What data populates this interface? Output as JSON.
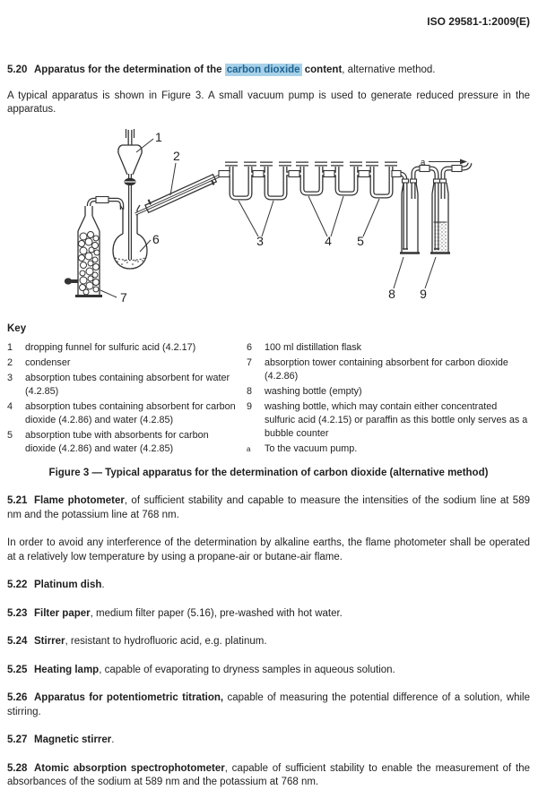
{
  "doc_ref": "ISO 29581-1:2009(E)",
  "colors": {
    "highlight_bg": "#a7d1e8",
    "highlight_text": "#1d6392"
  },
  "clause_520": {
    "num": "5.20",
    "bold_pre": "Apparatus for the determination of the ",
    "highlight": "carbon dioxide",
    "bold_post": " content",
    "tail": ", alternative method."
  },
  "para_after_520": "A typical apparatus is shown in Figure 3. A small vacuum pump is used to generate reduced pressure in the apparatus.",
  "figure": {
    "labels": {
      "n1": "1",
      "n2": "2",
      "n3": "3",
      "n4": "4",
      "n5": "5",
      "n6": "6",
      "n7": "7",
      "n8": "8",
      "n9": "9",
      "a": "a"
    },
    "caption": "Figure 3 — Typical apparatus for the determination of carbon dioxide (alternative method)"
  },
  "key": {
    "title": "Key",
    "left": [
      {
        "num": "1",
        "text": "dropping funnel for sulfuric acid (4.2.17)"
      },
      {
        "num": "2",
        "text": "condenser"
      },
      {
        "num": "3",
        "text": "absorption tubes containing absorbent for water (4.2.85)"
      },
      {
        "num": "4",
        "text": "absorption tubes containing absorbent for carbon dioxide (4.2.86) and water (4.2.85)"
      },
      {
        "num": "5",
        "text": "absorption tube with absorbents for carbon dioxide (4.2.86) and water (4.2.85)"
      }
    ],
    "right": [
      {
        "num": "6",
        "text": "100 ml distillation flask"
      },
      {
        "num": "7",
        "text": "absorption tower containing absorbent for carbon dioxide (4.2.86)"
      },
      {
        "num": "8",
        "text": "washing bottle (empty)"
      },
      {
        "num": "9",
        "text": "washing bottle, which may contain either concentrated sulfuric acid (4.2.15) or paraffin as this bottle only serves as a bubble counter"
      },
      {
        "num": "a",
        "text": "To the vacuum pump."
      }
    ]
  },
  "clauses": [
    {
      "num": "5.21",
      "term": "Flame photometer",
      "rest": ", of sufficient stability and capable to measure the intensities of the sodium line at 589 nm and the potassium line at 768 nm."
    },
    {
      "num": "5.22",
      "term": "Platinum dish",
      "rest": "."
    },
    {
      "num": "5.23",
      "term": "Filter paper",
      "rest": ", medium filter paper (5.16), pre-washed with hot water."
    },
    {
      "num": "5.24",
      "term": "Stirrer",
      "rest": ", resistant to hydrofluoric acid, e.g. platinum."
    },
    {
      "num": "5.25",
      "term": "Heating lamp",
      "rest": ", capable of evaporating to dryness samples in aqueous solution."
    },
    {
      "num": "5.26",
      "term": "Apparatus for potentiometric titration,",
      "rest": " capable of measuring the potential difference of a solution, while stirring."
    },
    {
      "num": "5.27",
      "term": "Magnetic stirrer",
      "rest": "."
    },
    {
      "num": "5.28",
      "term": "Atomic absorption spectrophotometer",
      "rest": ", capable of sufficient stability to enable the measurement of the absorbances of the sodium at 589 nm and the potassium at 768 nm."
    }
  ],
  "para_after_521": "In order to avoid any interference of the determination by alkaline earths, the flame photometer shall be operated at a relatively low temperature by using a propane-air or butane-air flame."
}
